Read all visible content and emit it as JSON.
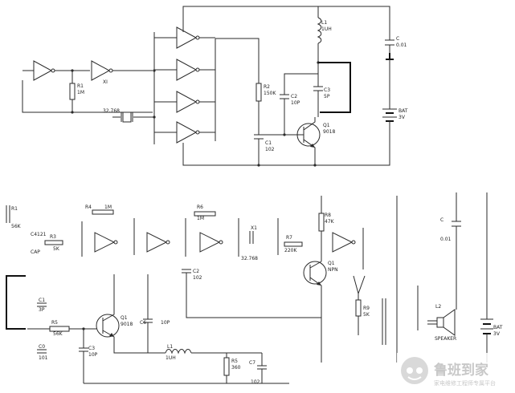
{
  "top": {
    "r1_ref": "R1",
    "r1_val": "1M",
    "u_ref": "XI",
    "crystal_val": "32.768",
    "r2_ref": "R2",
    "r2_val": "150K",
    "l1_ref": "L1",
    "l1_val": "1UH",
    "c2_ref": "C2",
    "c2_val": "10P",
    "c3_ref": "C3",
    "c3_val": "5P",
    "c1_ref": "C1",
    "c1_val": "102",
    "q1_ref": "Q1",
    "q1_val": "9018",
    "cap_ref": "C",
    "cap_val": "0.01",
    "bat_ref": "BAT",
    "bat_val": "3V"
  },
  "bottom": {
    "r1_ref": "R1",
    "r1_val": "56K",
    "c4_ref": "C4121",
    "c4_val": "CAP",
    "r3_ref": "R3",
    "r3_val": "5K",
    "r4_ref": "R4",
    "r4_val": "1M",
    "r6_ref": "R6",
    "r6_val": "1M",
    "c2_ref": "C2",
    "c2_val": "102",
    "x1_ref": "X1",
    "x1_val": "32.768",
    "r7_ref": "R7",
    "r7_val": "220K",
    "r8_ref": "R8",
    "r8_val": "47K",
    "q2_ref": "Q1",
    "q2_val": "NPN",
    "c_ref": "C",
    "c_val": "0.01",
    "c1_ref": "C1",
    "c1_val": "3P",
    "c0_ref": "C0",
    "c0_val": "101",
    "r5_ref": "R5",
    "r5_val": "56K",
    "c3_ref": "C3",
    "c3_val": "10P",
    "q1_ref": "Q1",
    "q1_val": "9018",
    "c6_ref": "C6",
    "c6_val": "10P",
    "l1_ref": "L1",
    "l1_val": "1UH",
    "r5b_ref": "R5",
    "r5b_val": "360",
    "c7_ref": "C7",
    "c7_val": "102",
    "r9_ref": "R9",
    "r9_val": "5K",
    "l2_ref": "L2",
    "l2_val": "SPEAKER",
    "bat_ref": "BAT",
    "bat_val": "3V"
  },
  "watermark": {
    "title": "鲁班到家",
    "subtitle": "家电维修工程师专属平台"
  }
}
